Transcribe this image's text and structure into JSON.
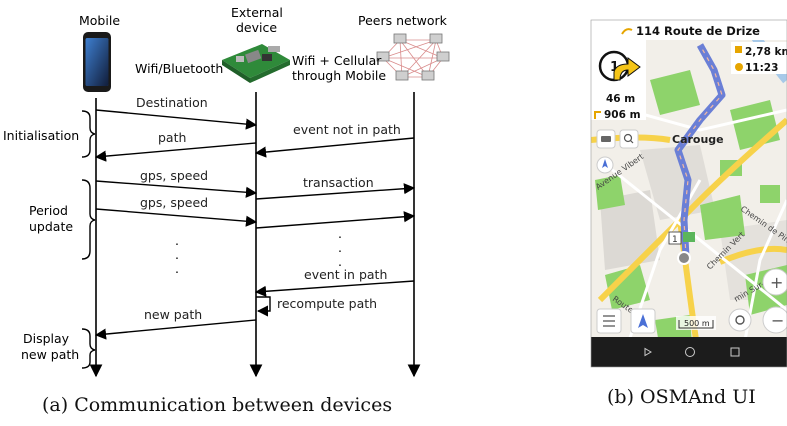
{
  "figure_a": {
    "caption": "(a) Communication between devices",
    "headers": {
      "mobile": "Mobile",
      "external_line1": "External",
      "external_line2": "device",
      "peers": "Peers network"
    },
    "link_labels": {
      "wifi_bt": "Wifi/Bluetooth",
      "wifi_cell_line1": "Wifi + Cellular",
      "wifi_cell_line2": "through Mobile"
    },
    "phases": {
      "init": "Initialisation",
      "period_line1": "Period",
      "period_line2": "update",
      "display_line1": "Display",
      "display_line2": "new path"
    },
    "messages": {
      "destination": "Destination",
      "path": "path",
      "event_not_in_path": "event not in  path",
      "gps_speed": "gps, speed",
      "transaction": "transaction",
      "event_in_path": "event in path",
      "recompute_path": "recompute path",
      "new_path": "new path"
    },
    "ellipsis_dot": "."
  },
  "figure_b": {
    "caption": "(b) OSMAnd UI",
    "street": "114 Route de Drize",
    "next_turn_number": "1",
    "turn_distance": "46 m",
    "next_distance": "906 m",
    "remaining": "2,78 km",
    "eta": "11:23",
    "city": "Carouge",
    "road_names": [
      "Avenue Vibert",
      "Chemin de Pinchat",
      "Chemin Vert",
      "min Sur-Rang",
      "Route"
    ],
    "scale": "500 m",
    "road_marker": "1",
    "map_colors": {
      "background": "#f2efe9",
      "route": "#6a7fd6",
      "road_yellow": "#f7d24a",
      "park": "#8ed36b",
      "nav_bar": "#1c1c1c"
    }
  }
}
